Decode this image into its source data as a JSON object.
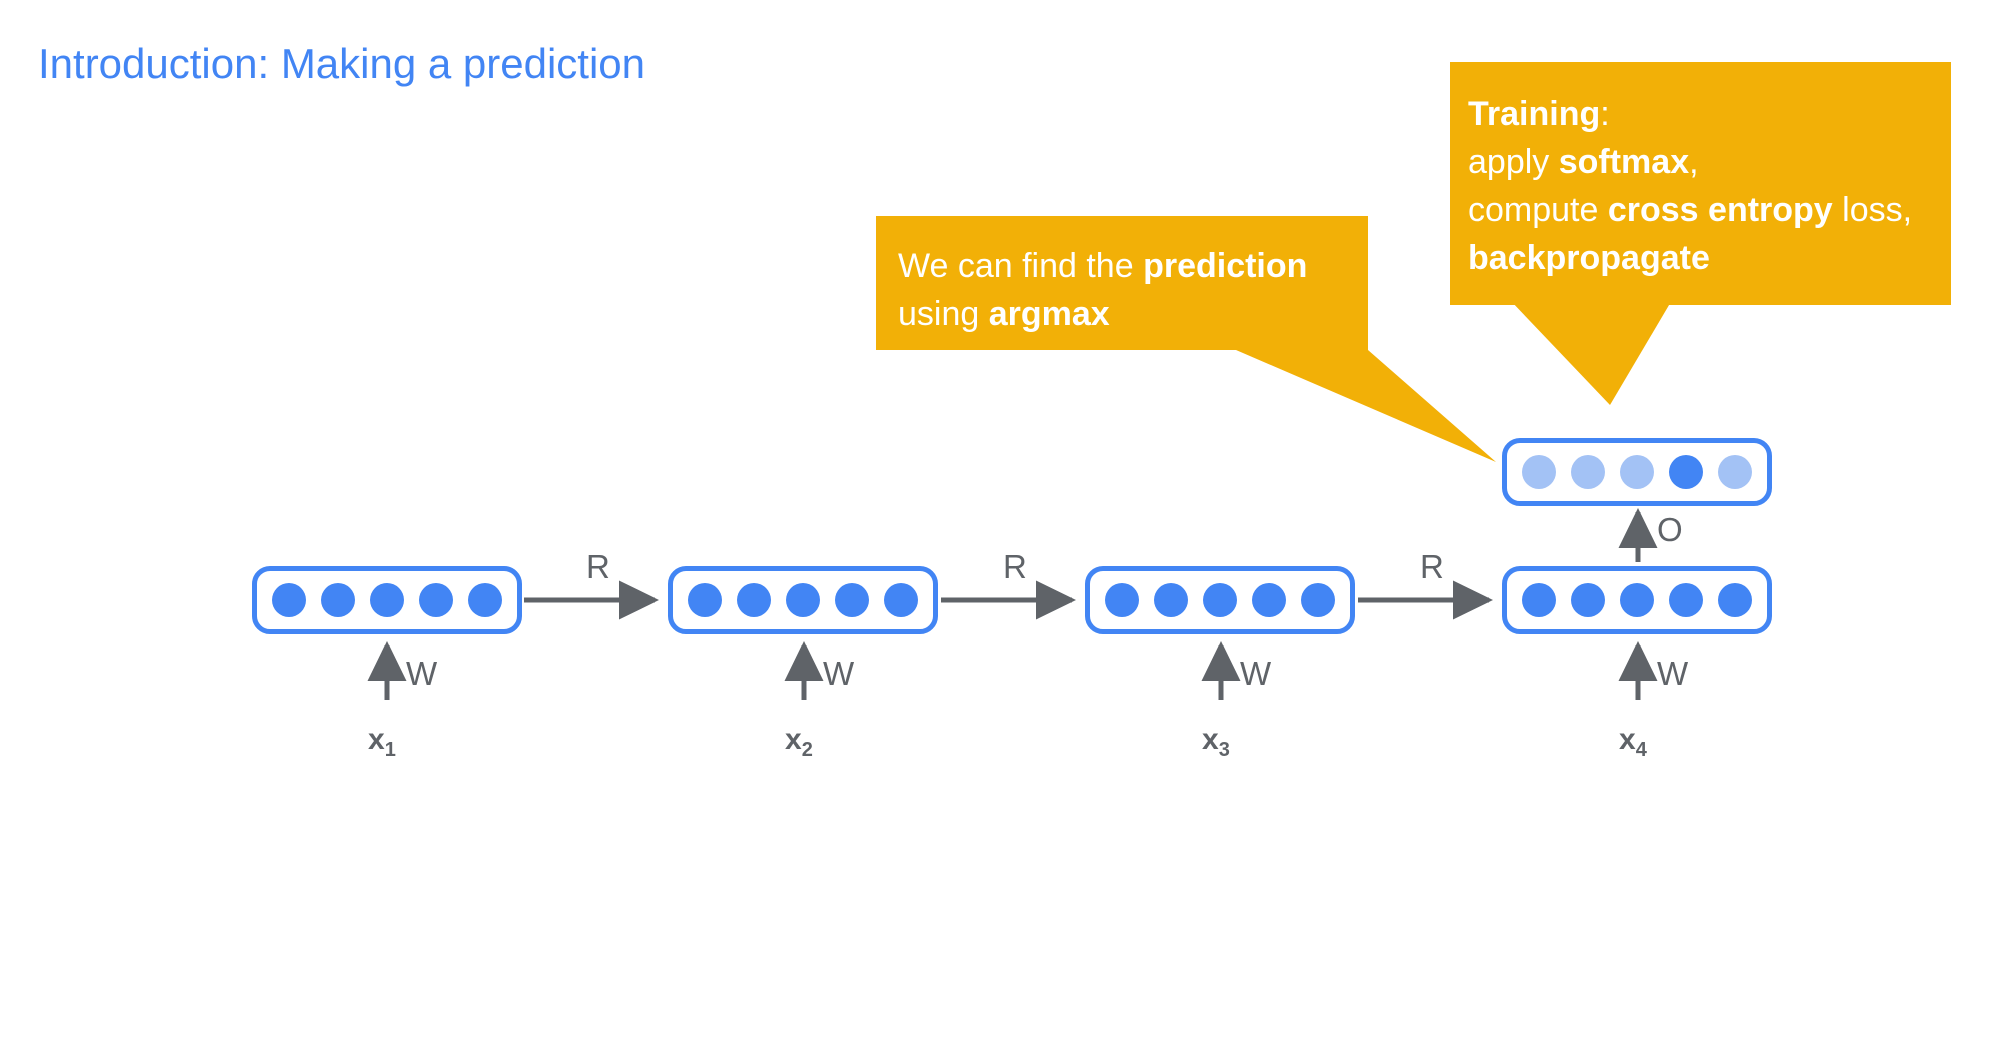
{
  "slide": {
    "title": "Introduction: Making a prediction",
    "title_color": "#4285F4",
    "background": "#ffffff"
  },
  "callouts": [
    {
      "id": "training",
      "name": "callout-training",
      "accent_color": "#F2B007",
      "text_color": "#ffffff",
      "lines": [
        {
          "segments": [
            {
              "text": "Training",
              "bold": true
            },
            {
              "text": ":",
              "bold": false
            }
          ]
        },
        {
          "segments": [
            {
              "text": "apply ",
              "bold": false
            },
            {
              "text": "softmax",
              "bold": true
            },
            {
              "text": ",",
              "bold": false
            }
          ]
        },
        {
          "segments": [
            {
              "text": "compute ",
              "bold": false
            },
            {
              "text": "cross entropy",
              "bold": true
            },
            {
              "text": " loss,",
              "bold": false
            }
          ]
        },
        {
          "segments": [
            {
              "text": "backpropagate",
              "bold": true
            }
          ]
        }
      ],
      "plain_text": "Training: apply softmax, compute cross entropy loss, backpropagate",
      "tail_direction": "down"
    },
    {
      "id": "argmax",
      "name": "callout-argmax",
      "accent_color": "#F2B007",
      "text_color": "#ffffff",
      "lines": [
        {
          "segments": [
            {
              "text": "We can find the ",
              "bold": false
            },
            {
              "text": "prediction",
              "bold": true
            }
          ]
        },
        {
          "segments": [
            {
              "text": "using ",
              "bold": false
            },
            {
              "text": "argmax",
              "bold": true
            }
          ]
        }
      ],
      "plain_text": "We can find the prediction using argmax",
      "tail_direction": "down-right"
    }
  ],
  "diagram": {
    "type": "rnn-unrolled",
    "node_color": "#4285F4",
    "node_dim_color": "#A3C2F5",
    "box_border_color": "#4285F4",
    "arrow_color": "#5F6368",
    "label_color": "#5F6368",
    "hidden_states": [
      {
        "id": "h1",
        "nodes": 5,
        "highlight_index": null
      },
      {
        "id": "h2",
        "nodes": 5,
        "highlight_index": null
      },
      {
        "id": "h3",
        "nodes": 5,
        "highlight_index": null
      },
      {
        "id": "h4",
        "nodes": 5,
        "highlight_index": null
      }
    ],
    "output_vector": {
      "id": "output",
      "nodes": 5,
      "highlight_index": 3,
      "description": "output distribution with argmax at position 4"
    },
    "recurrent_labels": [
      "R",
      "R",
      "R"
    ],
    "input_weight_labels": [
      "W",
      "W",
      "W",
      "W"
    ],
    "output_weight_label": "O",
    "inputs": [
      {
        "symbol": "x",
        "subscript": "1"
      },
      {
        "symbol": "x",
        "subscript": "2"
      },
      {
        "symbol": "x",
        "subscript": "3"
      },
      {
        "symbol": "x",
        "subscript": "4"
      }
    ]
  }
}
